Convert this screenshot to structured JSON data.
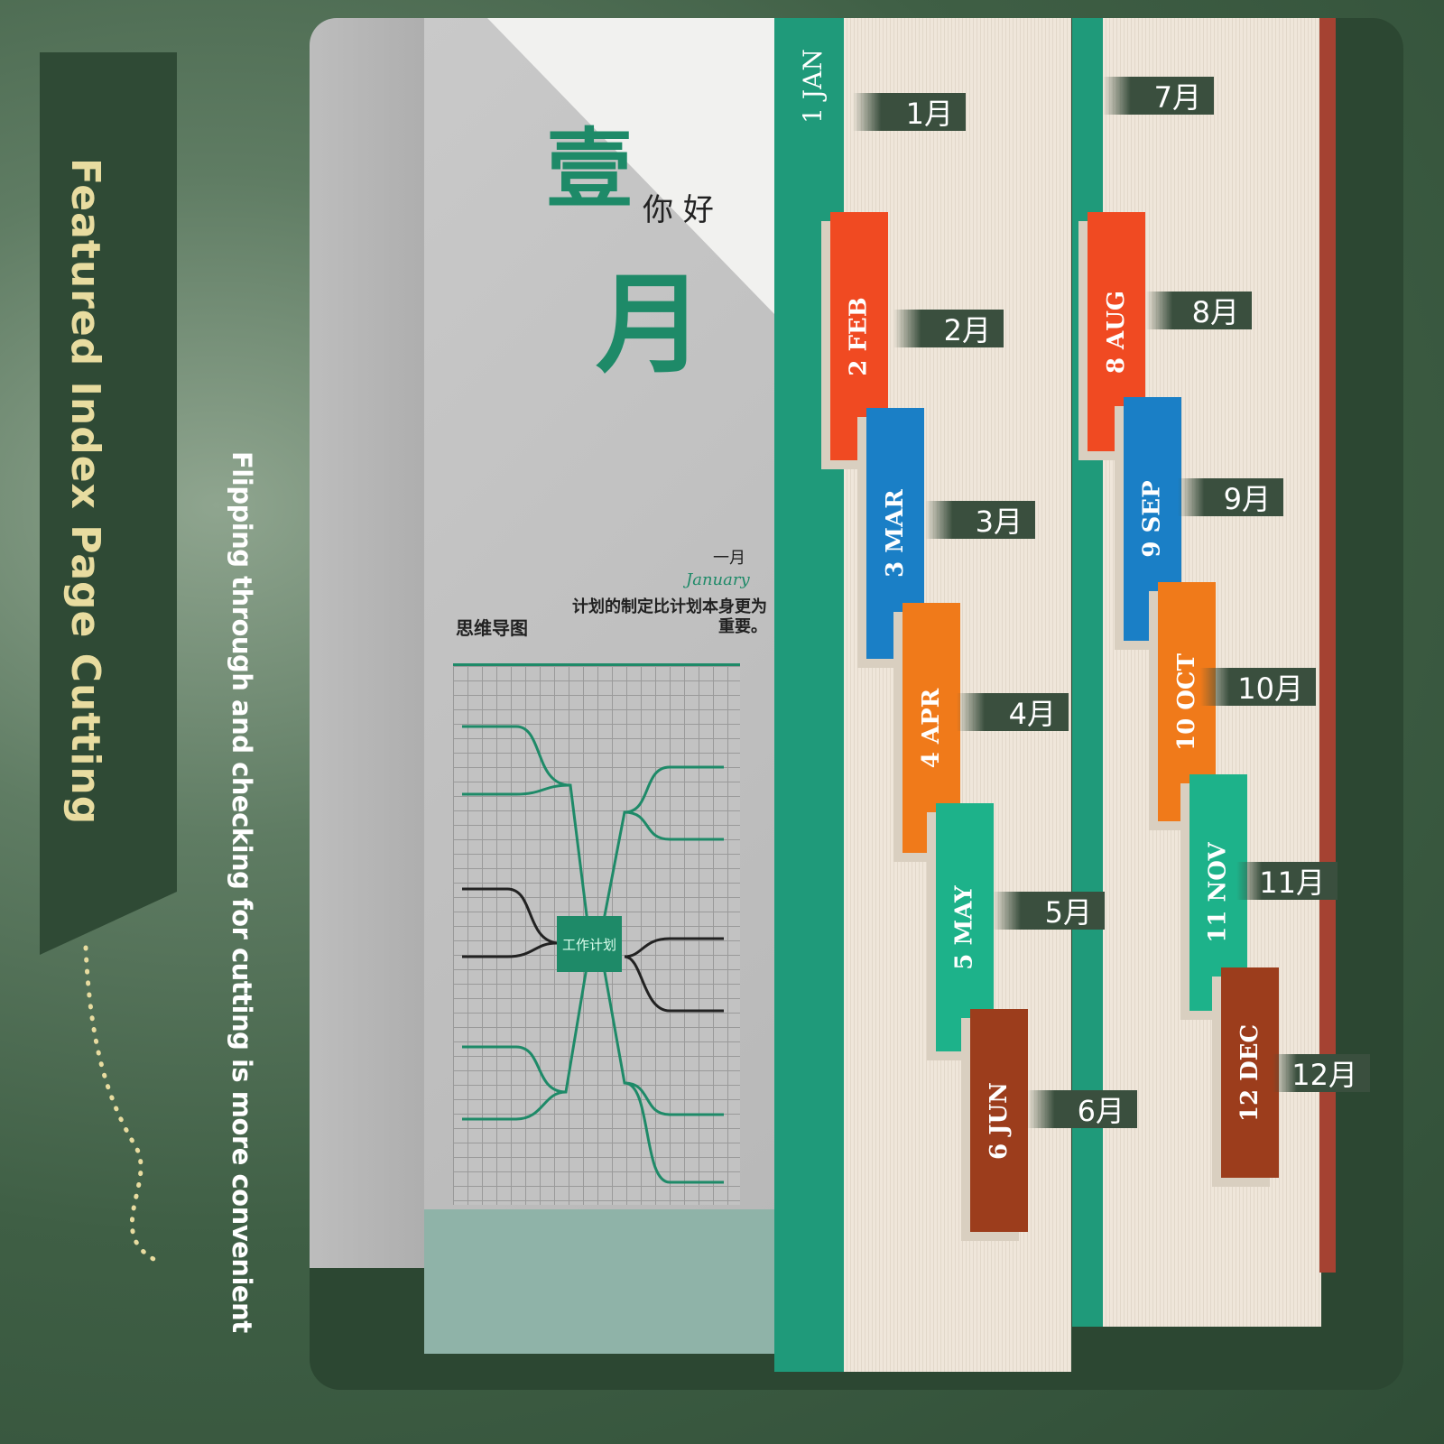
{
  "headline": "Featured Index Page Cutting",
  "subheadline": "Flipping through and checking for cutting is more convenient",
  "page": {
    "big_char_1": "壹",
    "big_char_2": "月",
    "greeting_1": "你",
    "greeting_2": "好",
    "mind_map": "思维导图",
    "month_cn": "一月",
    "month_en": "January",
    "quote": "计划的制定比计划本身更为重要。",
    "center_box": "工作计划"
  },
  "tabs": [
    {
      "label": "1 JAN",
      "color": "#1f9a7a"
    },
    {
      "label": "2 FEB",
      "color": "#f04a22"
    },
    {
      "label": "3 MAR",
      "color": "#1a7fc6"
    },
    {
      "label": "4 APR",
      "color": "#f07a1a"
    },
    {
      "label": "5 MAY",
      "color": "#1db28a"
    },
    {
      "label": "6 JUN",
      "color": "#9c3d1c"
    },
    {
      "label": "8 AUG",
      "color": "#f04a22"
    },
    {
      "label": "9 SEP",
      "color": "#1a7fc6"
    },
    {
      "label": "10 OCT",
      "color": "#f07a1a"
    },
    {
      "label": "11 NOV",
      "color": "#1db28a"
    },
    {
      "label": "12 DEC",
      "color": "#9c3d1c"
    }
  ],
  "month_labels": [
    "1月",
    "2月",
    "3月",
    "4月",
    "5月",
    "6月",
    "7月",
    "8月",
    "9月",
    "10月",
    "11月",
    "12月"
  ]
}
